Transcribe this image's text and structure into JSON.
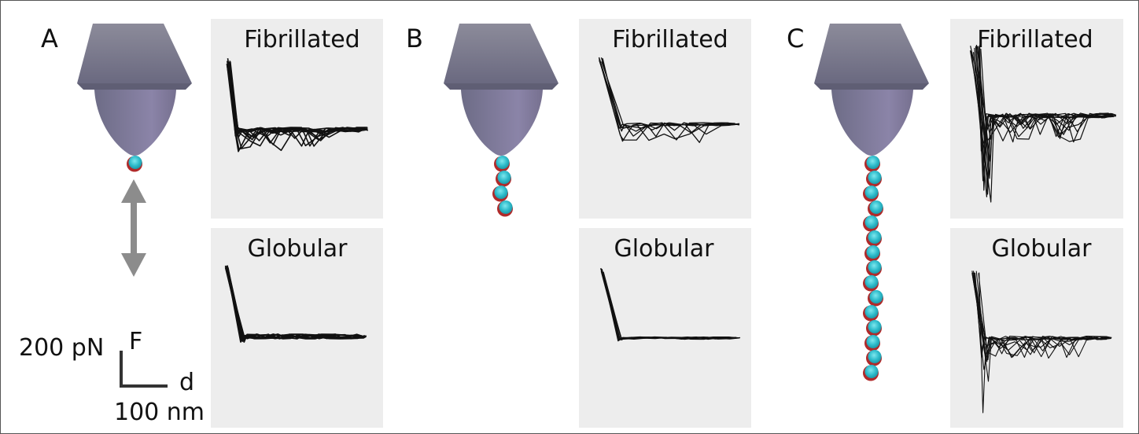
{
  "figure": {
    "panels": [
      {
        "letter": "A",
        "top_title": "Fibrillated",
        "bottom_title": "Globular"
      },
      {
        "letter": "B",
        "top_title": "Fibrillated",
        "bottom_title": "Globular"
      },
      {
        "letter": "C",
        "top_title": "Fibrillated",
        "bottom_title": "Globular"
      }
    ],
    "scale_bar": {
      "force_value": "200 pN",
      "force_axis": "F",
      "distance_axis": "d",
      "distance_value": "100 nm"
    }
  },
  "colors": {
    "panel_bg": "#ededed",
    "tip_body": "#7b7a92",
    "bead_fill": "#3ec8d6",
    "bead_rim": "#b02a2a",
    "arrow": "#8c8c8c",
    "trace": "#111111"
  }
}
